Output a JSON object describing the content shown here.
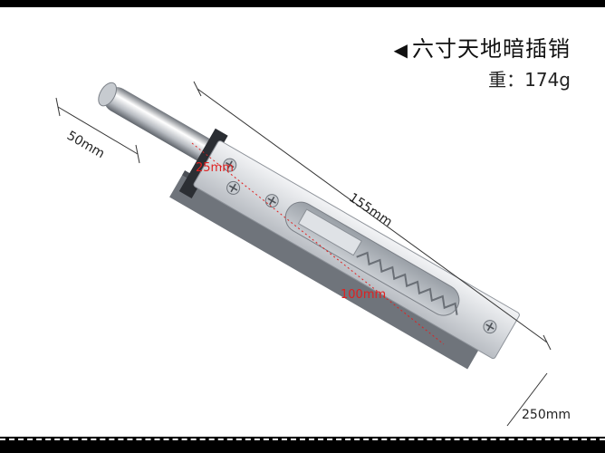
{
  "title": "六寸天地暗插销",
  "title_marker": "◀",
  "weight": "重：174g",
  "dimensions": {
    "rod_length": "50mm",
    "screw_spacing": "25mm",
    "plate_length": "155mm",
    "slot_length": "100mm",
    "plate_width": "250mm"
  },
  "colors": {
    "steel_light": "#e4e6e9",
    "steel_dark": "#8a8f96",
    "accent_red": "#e02020"
  }
}
